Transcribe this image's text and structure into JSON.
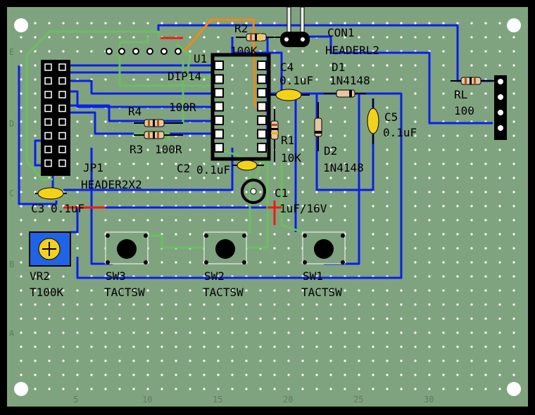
{
  "colors": {
    "board": "#7FA27F",
    "hole": "#FFFFFF",
    "trace_blue": "#0A1EF0",
    "trace_green": "#6BBF62",
    "trace_orange": "#F08A12",
    "trace_red": "#F01A10",
    "label": "#000000",
    "grid_label": "#5E7C5E",
    "capacitor": "#F5D21A",
    "pot": "#1F64E8"
  },
  "rows": [
    "E",
    "D",
    "C",
    "B",
    "A"
  ],
  "columns": [
    "5",
    "10",
    "15",
    "20",
    "25",
    "30"
  ],
  "components": {
    "con1": {
      "ref": "CON1",
      "value": "HEADERL2"
    },
    "u1": {
      "ref": "U1",
      "value": "DIP14"
    },
    "r2": {
      "ref": "R2",
      "value": "100K"
    },
    "r4": {
      "ref": "R4",
      "value": "100R"
    },
    "r3": {
      "ref": "R3",
      "value": "100R"
    },
    "r1": {
      "ref": "R1",
      "value": "10K"
    },
    "c4": {
      "ref": "C4",
      "value": "0.1uF"
    },
    "c2": {
      "ref": "C2",
      "value": "0.1uF"
    },
    "c3": {
      "ref": "C3",
      "value": "0.1uF"
    },
    "c1": {
      "ref": "C1",
      "value": "1uF/16V"
    },
    "c5": {
      "ref": "C5",
      "value": "0.1uF"
    },
    "d1": {
      "ref": "D1",
      "value": "1N4148"
    },
    "d2": {
      "ref": "D2",
      "value": "1N4148"
    },
    "rl": {
      "ref": "RL",
      "value": "100"
    },
    "jp1": {
      "ref": "JP1",
      "value": "HEADER2X2"
    },
    "vr2": {
      "ref": "VR2",
      "value": "T100K"
    },
    "sw1": {
      "ref": "SW1",
      "value": "TACTSW"
    },
    "sw2": {
      "ref": "SW2",
      "value": "TACTSW"
    },
    "sw3": {
      "ref": "SW3",
      "value": "TACTSW"
    }
  }
}
